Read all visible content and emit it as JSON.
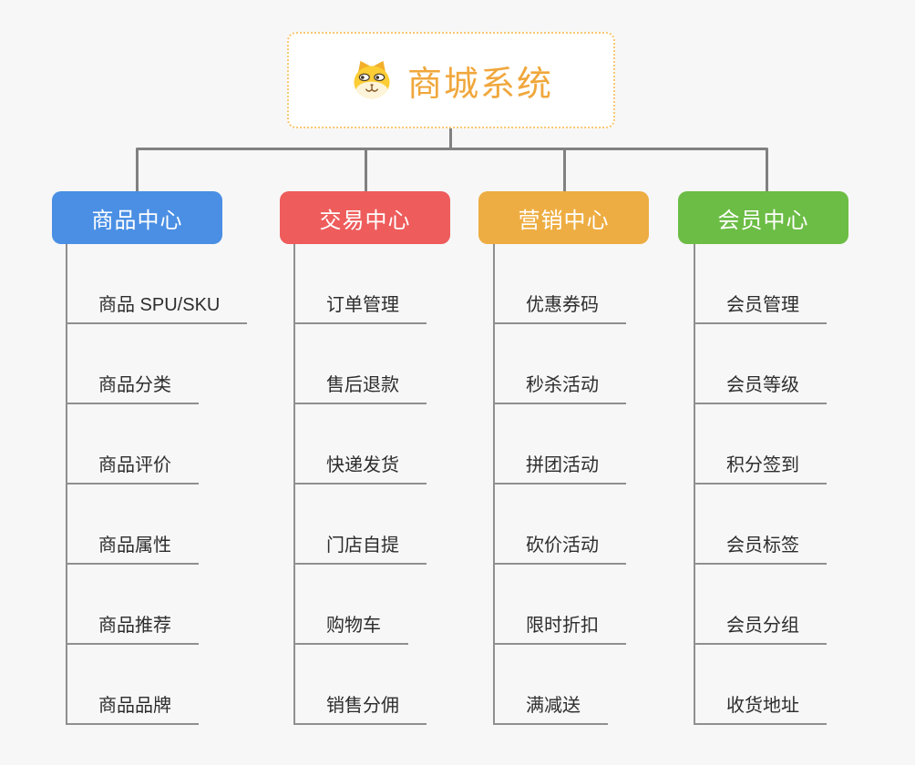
{
  "page": {
    "background_color": "#f7f7f7",
    "connector_color": "#818181",
    "underline_color": "#8f8f8f"
  },
  "root": {
    "title": "商城系统",
    "icon": "dog-icon",
    "title_color": "#f0a73c",
    "border_color": "#f8c76f"
  },
  "branches": [
    {
      "label": "商品中心",
      "color": "#4a8fe4",
      "items": [
        "商品 SPU/SKU",
        "商品分类",
        "商品评价",
        "商品属性",
        "商品推荐",
        "商品品牌"
      ]
    },
    {
      "label": "交易中心",
      "color": "#ee5c5c",
      "items": [
        "订单管理",
        "售后退款",
        "快递发货",
        "门店自提",
        "购物车",
        "销售分佣"
      ]
    },
    {
      "label": "营销中心",
      "color": "#eead42",
      "items": [
        "优惠券码",
        "秒杀活动",
        "拼团活动",
        "砍价活动",
        "限时折扣",
        "满减送"
      ]
    },
    {
      "label": "会员中心",
      "color": "#6cbd45",
      "items": [
        "会员管理",
        "会员等级",
        "积分签到",
        "会员标签",
        "会员分组",
        "收货地址"
      ]
    }
  ]
}
